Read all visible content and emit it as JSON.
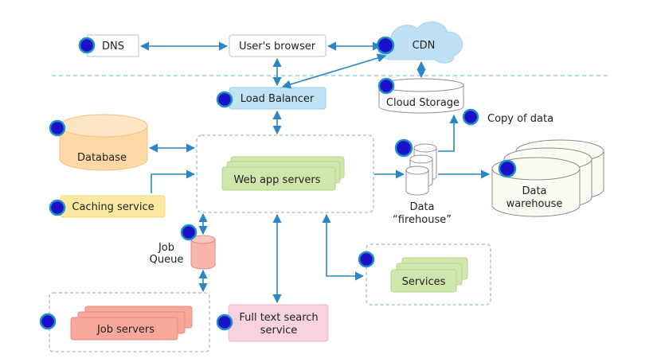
{
  "nodes": {
    "dns": "DNS",
    "browser": "User's browser",
    "cdn": "CDN",
    "load_balancer": "Load Balancer",
    "cloud_storage": "Cloud Storage",
    "copy_of_data": "Copy of data",
    "database": "Database",
    "web_app_servers": "Web app servers",
    "data_firehose_line1": "Data",
    "data_firehose_line2": "“firehouse”",
    "data_warehouse_line1": "Data",
    "data_warehouse_line2": "warehouse",
    "caching_service": "Caching service",
    "job_queue_line1": "Job",
    "job_queue_line2": "Queue",
    "services": "Services",
    "job_servers": "Job servers",
    "full_text_search_line1": "Full text search",
    "full_text_search_line2": "service"
  },
  "colors": {
    "arrow": "#2a86c6",
    "badge": "#1c10c8",
    "load_balancer_fill": "#bfe2f5",
    "database_fill": "#fcd9a6",
    "caching_fill": "#fbe9a2",
    "web_servers_fill": "#cfe6ad",
    "job_fill": "#f7a89b",
    "search_fill": "#f8d2df",
    "cdn_fill": "#bfe0f2"
  }
}
